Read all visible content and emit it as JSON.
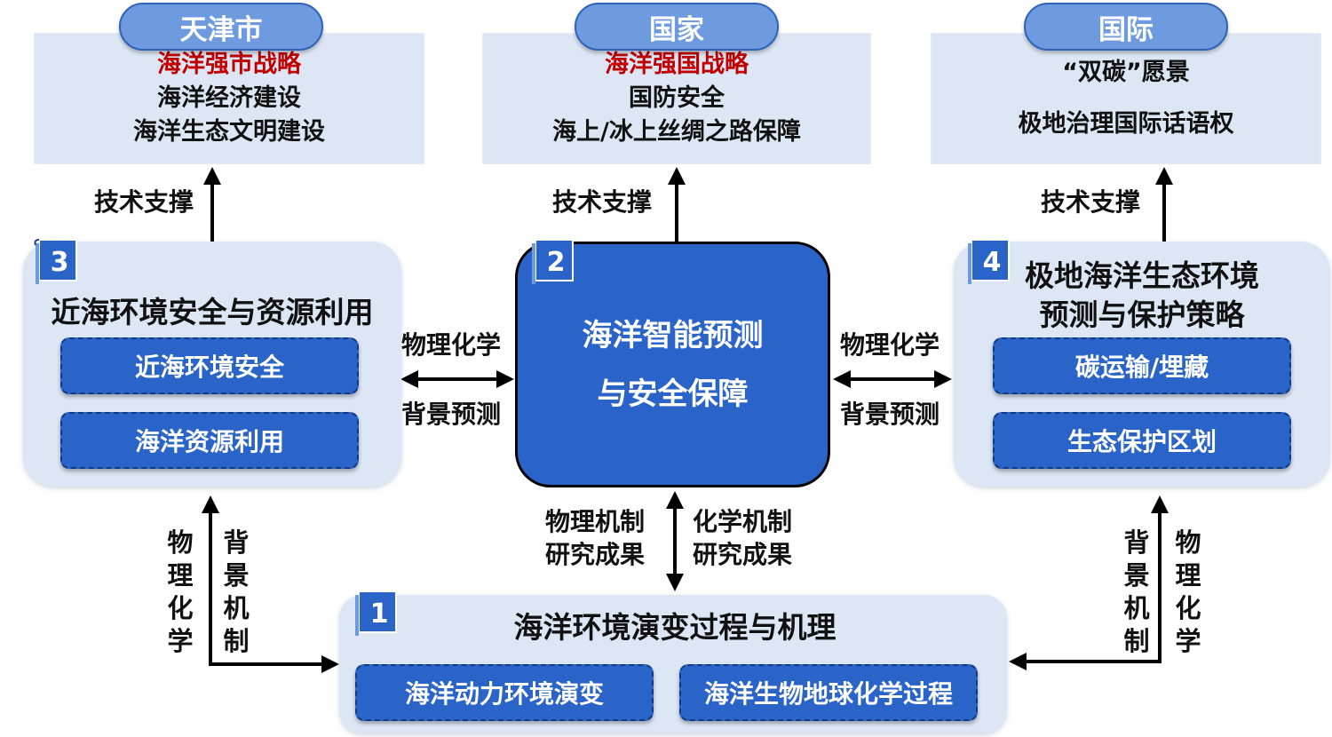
{
  "scopes": {
    "tianjin": {
      "label": "天津市",
      "goals": [
        "海洋强市战略",
        "海洋经济建设",
        "海洋生态文明建设"
      ]
    },
    "national": {
      "label": "国家",
      "goals": [
        "海洋强国战略",
        "国防安全",
        "海上/冰上丝绸之路保障"
      ]
    },
    "international": {
      "label": "国际",
      "goals": [
        "“双碳”愿景",
        "极地治理国际话语权"
      ]
    }
  },
  "support_label": "技术支撑",
  "modules": {
    "m1": {
      "number": "1",
      "title": "海洋环境演变过程与机理",
      "items": [
        "海洋动力环境演变",
        "海洋生物地球化学过程"
      ]
    },
    "m2": {
      "number": "2",
      "title_line1": "海洋智能预测",
      "title_line2": "与安全保障"
    },
    "m3": {
      "number": "3",
      "title": "近海环境安全与资源利用",
      "items": [
        "近海环境安全",
        "海洋资源利用"
      ]
    },
    "m4": {
      "number": "4",
      "title_line1": "极地海洋生态环境",
      "title_line2": "预测与保护策略",
      "items": [
        "碳运输/埋藏",
        "生态保护区划"
      ]
    }
  },
  "links": {
    "physchem": "物理化学",
    "background_forecast": "背景预测",
    "physical_mechanism_line1": "物理机制",
    "chemical_mechanism_line1": "化学机制",
    "research_results": "研究成果",
    "vertical_physchem": [
      "物",
      "理",
      "化",
      "学"
    ],
    "vertical_background_mechanism": [
      "背",
      "景",
      "机",
      "制"
    ]
  },
  "colors": {
    "accent_blue": "#2a64c8",
    "pill_blue": "#6e9ae0",
    "panel_bg": "#dce6f4",
    "highlight_red": "#c00000"
  }
}
